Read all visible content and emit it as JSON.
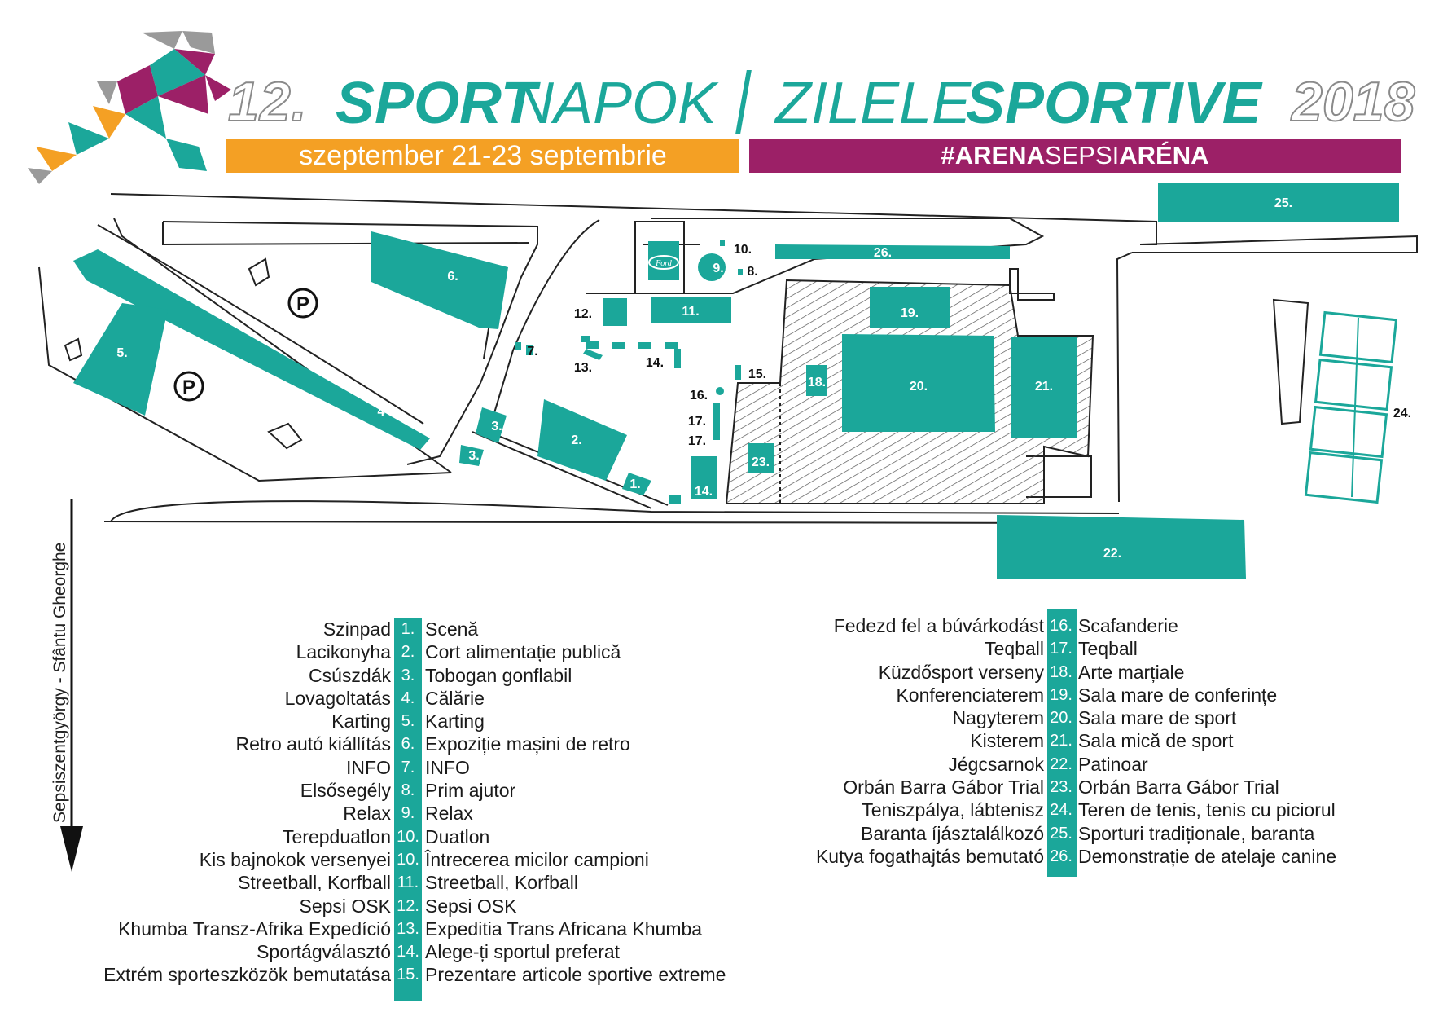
{
  "header": {
    "edition": "12.",
    "title_hu_bold": "SPORT",
    "title_hu_light": "NAPOK",
    "title_ro_light": "ZILELE",
    "title_ro_bold": "SPORTIVE",
    "year": "2018",
    "dates": "szeptember 21-23 septembrie",
    "hashtag_a": "#ARENA",
    "hashtag_b": "SEPSI",
    "hashtag_c": "ARÉNA"
  },
  "colors": {
    "teal": "#1ba79a",
    "orange": "#f4a024",
    "purple": "#9c2067",
    "gray": "#9a9a9a"
  },
  "direction_label": "Sepsiszentgyörgy - Sfântu Gheorghe",
  "map": {
    "parking_symbol": "P",
    "brand_logo": "Ford",
    "zones": [
      "1.",
      "2.",
      "3.",
      "3.",
      "4",
      "5.",
      "6.",
      "7.",
      "8.",
      "9.",
      "10.",
      "11.",
      "12.",
      "13.",
      "14.",
      "14.",
      "15.",
      "16.",
      "17.",
      "17.",
      "18.",
      "19.",
      "20.",
      "21.",
      "22.",
      "23.",
      "24.",
      "25.",
      "26."
    ]
  },
  "legend_left": [
    {
      "hu": "Szinpad",
      "num": "1.",
      "ro": "Scenă"
    },
    {
      "hu": "Lacikonyha",
      "num": "2.",
      "ro": "Cort alimentație publică"
    },
    {
      "hu": "Csúszdák",
      "num": "3.",
      "ro": "Tobogan gonflabil"
    },
    {
      "hu": "Lovagoltatás",
      "num": "4.",
      "ro": "Călărie"
    },
    {
      "hu": "Karting",
      "num": "5.",
      "ro": "Karting"
    },
    {
      "hu": "Retro autó kiállítás",
      "num": "6.",
      "ro": "Expoziție mașini de retro"
    },
    {
      "hu": "INFO",
      "num": "7.",
      "ro": "INFO"
    },
    {
      "hu": "Elsősegély",
      "num": "8.",
      "ro": "Prim ajutor"
    },
    {
      "hu": "Relax",
      "num": "9.",
      "ro": "Relax"
    },
    {
      "hu": "Terepduatlon",
      "num": "10.",
      "ro": "Duatlon"
    },
    {
      "hu": "Kis bajnokok versenyei",
      "num": "10.",
      "ro": "Întrecerea micilor campioni"
    },
    {
      "hu": "Streetball, Korfball",
      "num": "11.",
      "ro": "Streetball, Korfball"
    },
    {
      "hu": "Sepsi OSK",
      "num": "12.",
      "ro": "Sepsi OSK"
    },
    {
      "hu": "Khumba Transz-Afrika Expedíció",
      "num": "13.",
      "ro": "Expeditia Trans Africana Khumba"
    },
    {
      "hu": "Sportágválasztó",
      "num": "14.",
      "ro": "Alege-ți sportul  preferat"
    },
    {
      "hu": "Extrém sporteszközök bemutatása",
      "num": "15.",
      "ro": "Prezentare articole sportive extreme"
    }
  ],
  "legend_right": [
    {
      "hu": "Fedezd fel a búvárkodást",
      "num": "16.",
      "ro": "Scafanderie"
    },
    {
      "hu": "Teqball",
      "num": "17.",
      "ro": "Teqball"
    },
    {
      "hu": "Küzdősport verseny",
      "num": "18.",
      "ro": "Arte marțiale"
    },
    {
      "hu": "Konferenciaterem",
      "num": "19.",
      "ro": "Sala mare de conferințe"
    },
    {
      "hu": "Nagyterem",
      "num": "20.",
      "ro": "Sala mare de sport"
    },
    {
      "hu": "Kisterem",
      "num": "21.",
      "ro": "Sala mică de sport"
    },
    {
      "hu": "Jégcsarnok",
      "num": "22.",
      "ro": "Patinoar"
    },
    {
      "hu": "Orbán Barra Gábor Trial",
      "num": "23.",
      "ro": "Orbán Barra Gábor Trial"
    },
    {
      "hu": "Teniszpálya, lábtenisz",
      "num": "24.",
      "ro": "Teren de tenis, tenis cu piciorul"
    },
    {
      "hu": "Baranta íjásztalálkozó",
      "num": "25.",
      "ro": "Sporturi tradiționale, baranta"
    },
    {
      "hu": "Kutya fogathajtás bemutató",
      "num": "26.",
      "ro": "Demonstrație de atelaje canine"
    }
  ]
}
